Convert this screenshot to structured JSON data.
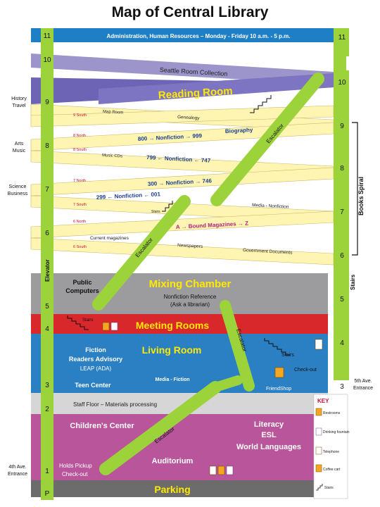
{
  "title": "Map of Central Library",
  "admin_bar": "Administration, Human Resources  –  Monday - Friday 10 a.m. - 5 p.m.",
  "elevator_label": "Elevator",
  "stairs_label": "Stairs",
  "books_spiral_label": "Books Spiral",
  "left_floor_numbers": [
    "11",
    "10",
    "9",
    "8",
    "7",
    "6",
    "5",
    "4",
    "3",
    "2",
    "1",
    "P"
  ],
  "right_floor_numbers": [
    "11",
    "10",
    "9",
    "8",
    "7",
    "6",
    "5",
    "4",
    "3"
  ],
  "side_labels": {
    "history_travel": [
      "History",
      "Travel"
    ],
    "arts_music": [
      "Arts",
      "Music"
    ],
    "science_business": [
      "Science",
      "Business"
    ],
    "fourth_ave": [
      "4th Ave.",
      "Entrance"
    ],
    "fifth_ave": [
      "5th Ave.",
      "Entrance"
    ]
  },
  "floor10": {
    "band": "Seattle Room Collection",
    "room": "Reading Room"
  },
  "spiral": {
    "map_room": "Map Room",
    "genealogy": "Genealogy",
    "south9": "9 South",
    "north8": "8 North",
    "nf800": "800 → Nonfiction → 999",
    "biography": "Biography",
    "south8": "8 South",
    "music_cds": "Music CDs",
    "nf799": "799 ← Nonfiction ← 747",
    "north7": "7 North",
    "nf300": "300 → Nonfiction → 746",
    "nf299": "299 ← Nonfiction ← 001",
    "south7": "7 South",
    "stairs": "Stairs",
    "media_nf": "Media - Nonfiction",
    "north6": "6 North",
    "bound": "A → Bound Magazines → Z",
    "current_mag": "Current magazines",
    "south6": "6 South",
    "newspapers": "Newspapers",
    "gov_docs": "Government Documents"
  },
  "floor5": {
    "title": "Mixing Chamber",
    "public": [
      "Public",
      "Computers"
    ],
    "ref": [
      "Nonfiction Reference",
      "(Ask a librarian)"
    ]
  },
  "floor4": {
    "title": "Meeting Rooms",
    "stairs": "Stairs"
  },
  "floor3": {
    "title": "Living Room",
    "fiction": [
      "Fiction",
      "Readers Advisory",
      "LEAP (ADA)"
    ],
    "teen": "Teen Center",
    "media": "Media - Fiction",
    "stairs": "Stairs",
    "checkout": "Check-out",
    "friendshop": "FriendShop"
  },
  "floor2": {
    "label": "Staff Floor – Materials processing"
  },
  "floor1": {
    "children": "Children's Center",
    "literacy": [
      "Literacy",
      "ESL",
      "World Languages"
    ],
    "auditorium": "Auditorium",
    "holds": [
      "Holds Pickup",
      "Check-out"
    ]
  },
  "parking": "Parking",
  "escalator_label": "Escalator",
  "key": {
    "title": "KEY",
    "items": [
      "Restrooms",
      "Drinking fountain",
      "Telephone",
      "Coffee cart",
      "Stairs"
    ]
  },
  "colors": {
    "admin": "#1f7fc4",
    "lavender": "#9b95cc",
    "purple": "#6e64b5",
    "yellow": "#fff5b3",
    "gray": "#9c9c9e",
    "red": "#d9282c",
    "blue": "#2b80c4",
    "lightgray": "#d6d6d6",
    "magenta": "#b9559b",
    "darkgray": "#6c6c6c",
    "green": "#9cd23a"
  }
}
